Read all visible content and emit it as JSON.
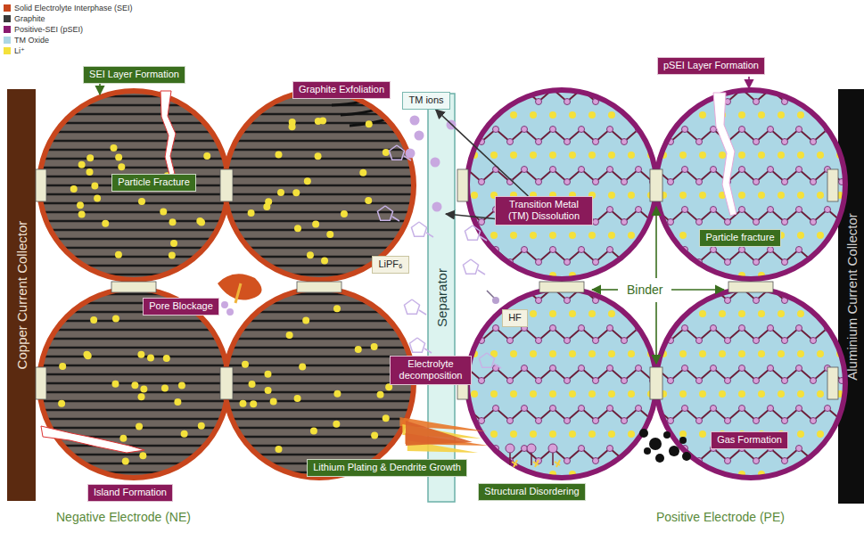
{
  "diagram": {
    "nodes": [
      {
        "text": [
          "Copper Current Collector"
        ]
      },
      {
        "text": [
          "SEI Layer Formation"
        ]
      },
      {
        "text": [
          "Graphite Exfoliation"
        ]
      },
      {
        "text": [
          "Particle Fracture"
        ]
      },
      {
        "text": [
          "Pore Blockage"
        ]
      },
      {
        "text": [
          "Island Formation"
        ]
      },
      {
        "text": [
          "TM ions"
        ]
      },
      {
        "text": [
          "LiPF₆"
        ]
      },
      {
        "text": [
          "Separator"
        ]
      },
      {
        "text": [
          "Transition Metal (TM) Dissolution"
        ]
      },
      {
        "text": [
          "HF"
        ]
      },
      {
        "text": [
          "Electrolyte decomposition"
        ]
      },
      {
        "text": [
          "Lithium Plating & Dendrite Growth"
        ]
      },
      {
        "text": [
          "Structural Disordering"
        ]
      },
      {
        "text": [
          "pSEI Layer Formation"
        ]
      },
      {
        "text": [
          "Particle fracture"
        ]
      },
      {
        "text": [
          "Gas Formation"
        ]
      },
      {
        "text": [
          "Aluminium Current Collector"
        ]
      }
    ],
    "edges": [
      {
        "from": 9,
        "to": 6,
        "arrow": "to"
      }
    ],
    "labels": [
      "Binder",
      "Negative Electrode (NE)",
      "Positive Electrode (PE)"
    ],
    "legend": [
      {
        "text": "Solid Electrolyte Interphase (SEI)",
        "color": "#c8461d"
      },
      {
        "text": "Graphite",
        "color": "#3a3a3a"
      },
      {
        "text": "Positive-SEI (pSEI)",
        "color": "#8a1a6e"
      },
      {
        "text": "TM Oxide",
        "color": "#acd7e5"
      },
      {
        "text": "Li⁺",
        "color": "#f4e13b"
      }
    ]
  }
}
